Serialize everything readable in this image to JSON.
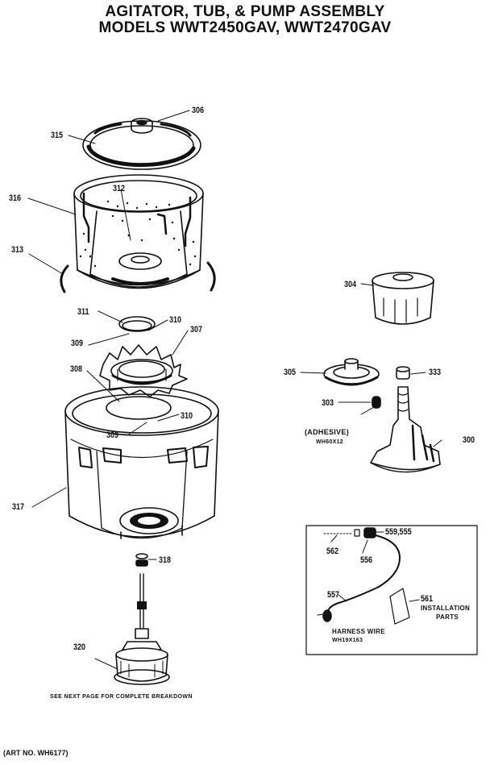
{
  "title": {
    "line1": "AGITATOR, TUB, & PUMP ASSEMBLY",
    "line2": "MODELS WWT2450GAV, WWT2470GAV"
  },
  "callouts": {
    "p306": "306",
    "p315": "315",
    "p316": "316",
    "p312": "312",
    "p313": "313",
    "p311": "311",
    "p310a": "310",
    "p309a": "309",
    "p307": "307",
    "p308": "308",
    "p310b": "310",
    "p309b": "309",
    "p317": "317",
    "p318": "318",
    "p320": "320",
    "p304": "304",
    "p305": "305",
    "p333": "333",
    "p303": "303",
    "p300": "300",
    "p562": "562",
    "p556": "556",
    "p559_555": "559,555",
    "p557": "557",
    "p561": "561"
  },
  "notes": {
    "adhesive": "(ADHESIVE)",
    "adhesive_part": "WH60X12",
    "harness_wire": "HARNESS WIRE",
    "harness_part": "WH19X163",
    "installation": "INSTALLATION",
    "parts": "PARTS",
    "see_next_page": "SEE NEXT PAGE FOR COMPLETE BREAKDOWN",
    "art_no": "(ART NO. WH6177)"
  }
}
